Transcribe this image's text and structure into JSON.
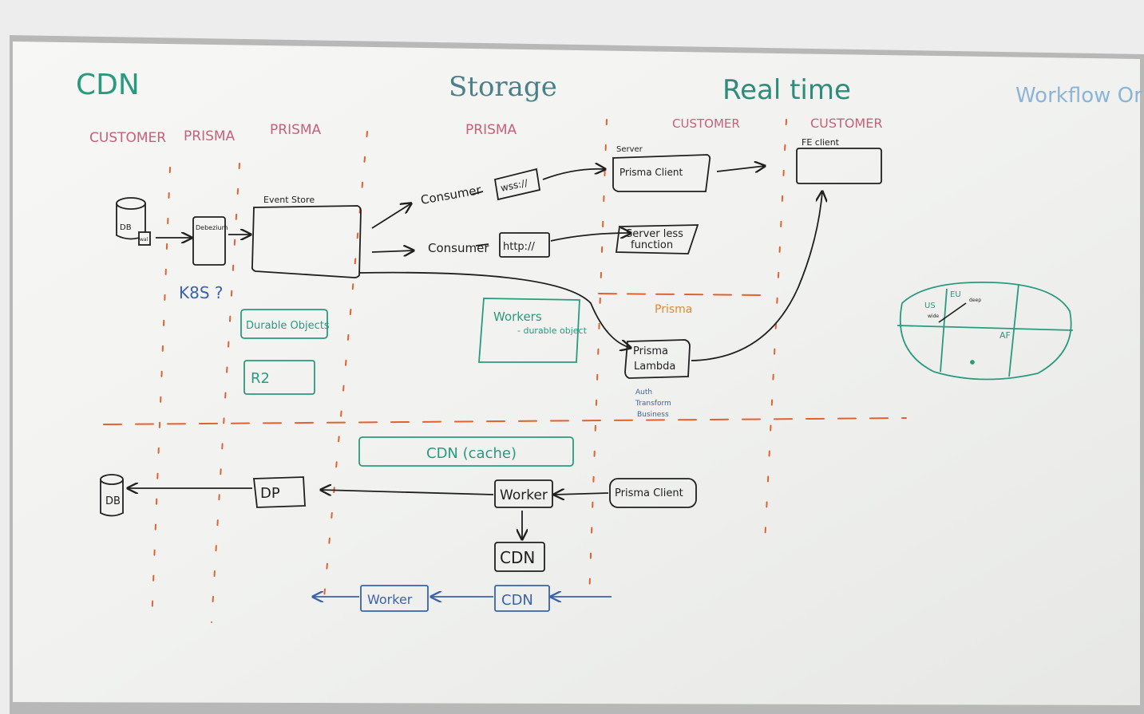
{
  "headings": {
    "cdn": "CDN",
    "storage": "Storage",
    "realtime": "Real time",
    "workflow": "Workflow Or"
  },
  "columns": {
    "customer_left": "CUSTOMER",
    "prisma_left": "PRISMA",
    "prisma_mid": "PRISMA",
    "prisma_storage": "PRISMA",
    "customer_rt1": "CUSTOMER",
    "customer_rt2": "CUSTOMER"
  },
  "diagram_top": {
    "db": "DB",
    "db_small": "wal",
    "debezium": "Debezium",
    "event_store": "Event Store",
    "consumer_1": "Consumer",
    "consumer_2": "Consumer",
    "wss": "wss://",
    "http": "http://",
    "server": "Server",
    "prisma_client_top": "Prisma Client",
    "fe_client": "FE client",
    "serverless_1": "Server less",
    "serverless_2": "function",
    "k8s": "K8S ?",
    "durable_objects": "Durable Objects",
    "r2": "R2",
    "workers_title": "Workers",
    "workers_sub": "- durable object",
    "prisma_orange": "Prisma",
    "lambda_1": "Prisma",
    "lambda_2": "Lambda",
    "auth_1": "Auth",
    "auth_2": "Transform",
    "auth_3": "Business"
  },
  "diagram_bottom": {
    "cdn_cache": "CDN (cache)",
    "db": "DB",
    "dp": "DP",
    "worker": "Worker",
    "prisma_client": "Prisma Client",
    "cdn_box": "CDN",
    "worker_blue": "Worker",
    "cdn_blue": "CDN"
  },
  "map": {
    "us": "US",
    "eu": "EU",
    "af": "AF",
    "note_1": "wide",
    "note_2": "deep"
  },
  "colors": {
    "black_ink": "#1f1f1f",
    "green_ink": "#2a9a7e",
    "blue_ink": "#3a62a8",
    "orange_ink": "#e0622f",
    "red_ink": "#c8607a",
    "board": "#f4f5f3",
    "frame": "#b9b9b9"
  }
}
